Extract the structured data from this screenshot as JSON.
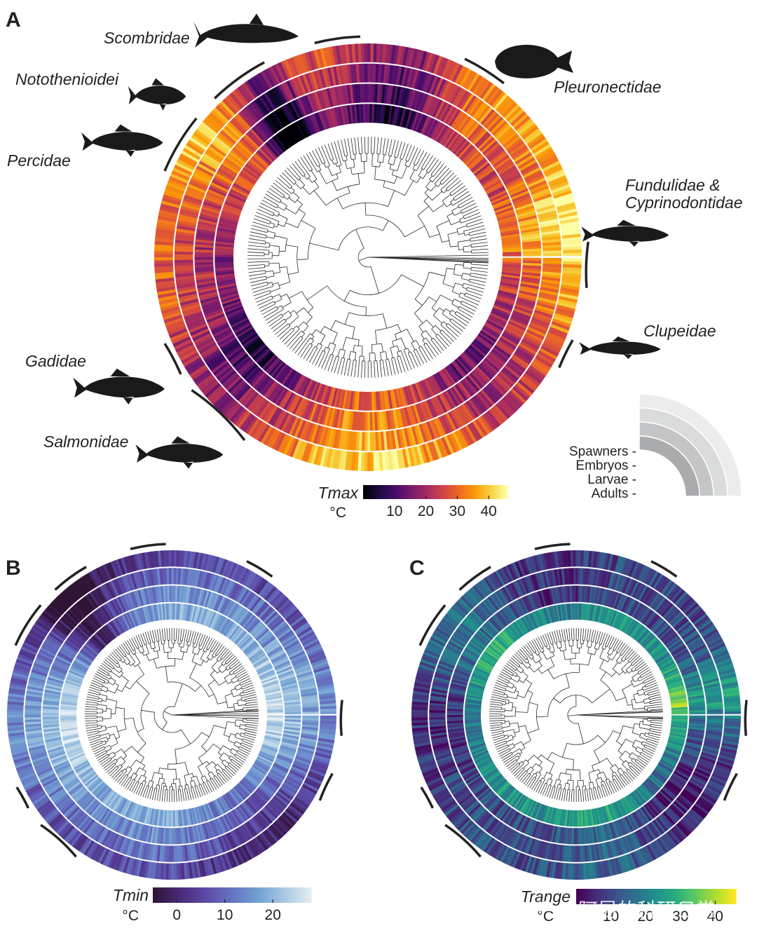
{
  "panels": [
    {
      "letter": "A",
      "colormap": "inferno",
      "colorbar": {
        "title": "Tmax",
        "unit": "°C",
        "ticks": [
          10,
          20,
          30,
          40
        ],
        "range": [
          0,
          46
        ]
      },
      "families": [
        "Scombridae",
        "Notothenioidei",
        "Percidae",
        "Pleuronectidae",
        "Fundulidae &",
        "Cyprinodontidae",
        "Clupeidae",
        "Gadidae",
        "Salmonidae"
      ]
    },
    {
      "letter": "B",
      "colormap": "twilight-half",
      "colorbar": {
        "title": "Tmin",
        "unit": "°C",
        "ticks": [
          0,
          10,
          20
        ],
        "range": [
          -5,
          28
        ]
      }
    },
    {
      "letter": "C",
      "colormap": "viridis",
      "colorbar": {
        "title": "Trange",
        "unit": "°C",
        "ticks": [
          10,
          20,
          30,
          40
        ],
        "range": [
          0,
          46
        ]
      }
    }
  ],
  "legend": {
    "stages": [
      "Spawners -",
      "Embryos -",
      "Larvae -",
      "Adults -"
    ],
    "colors": [
      "#a9abad",
      "#c3c5c7",
      "#dadbdc",
      "#ececec"
    ]
  },
  "watermark": "知乎 @阿昆的科研日常",
  "colors": {
    "inferno": [
      "#000004",
      "#1b0c41",
      "#4a0c6b",
      "#781c6d",
      "#a52c60",
      "#cf4446",
      "#ed6925",
      "#fb9b06",
      "#f7d13d",
      "#fcffa4"
    ],
    "twilight-half": [
      "#2f1436",
      "#4a2a78",
      "#5b4aa6",
      "#6574c2",
      "#72a0d2",
      "#a7c9e2",
      "#e2ecf2"
    ],
    "viridis": [
      "#440154",
      "#472d7b",
      "#3b528b",
      "#2c728e",
      "#21918c",
      "#28ae80",
      "#5ec962",
      "#addc30",
      "#fde725"
    ],
    "tree": "#2a2a2a",
    "arc": "#222222"
  }
}
